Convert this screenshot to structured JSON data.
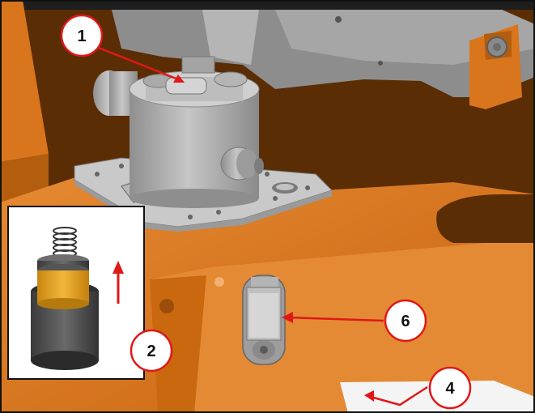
{
  "figure": {
    "callouts": [
      {
        "id": "callout-1",
        "label": "1"
      },
      {
        "id": "callout-2",
        "label": "2"
      },
      {
        "id": "callout-4",
        "label": "4"
      },
      {
        "id": "callout-6",
        "label": "6"
      }
    ],
    "inset": {
      "arrow_direction": "up"
    },
    "colors": {
      "frame_orange": "#d9751c",
      "floor_brown": "#5a2d05",
      "part_gray": "#a9a9a9",
      "spring_yellow": "#e4a11b",
      "callout_red": "#e01818"
    }
  }
}
